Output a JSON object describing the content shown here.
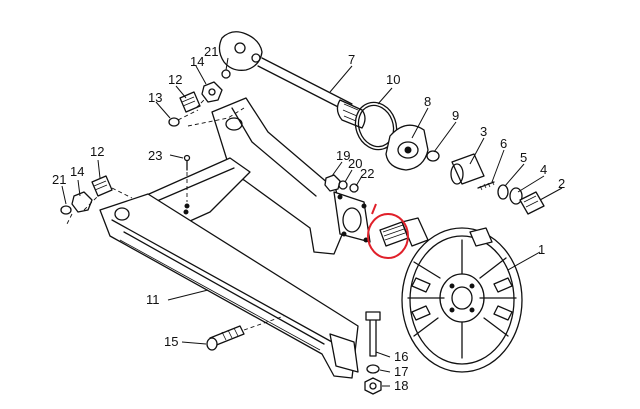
{
  "diagram": {
    "callouts": [
      {
        "id": "c1",
        "text": "1"
      },
      {
        "id": "c2",
        "text": "2"
      },
      {
        "id": "c3",
        "text": "3"
      },
      {
        "id": "c4",
        "text": "4"
      },
      {
        "id": "c5",
        "text": "5"
      },
      {
        "id": "c6",
        "text": "6"
      },
      {
        "id": "c7",
        "text": "7"
      },
      {
        "id": "c8",
        "text": "8"
      },
      {
        "id": "c9",
        "text": "9"
      },
      {
        "id": "c10",
        "text": "10"
      },
      {
        "id": "c11",
        "text": "11"
      },
      {
        "id": "c12a",
        "text": "12"
      },
      {
        "id": "c12b",
        "text": "12"
      },
      {
        "id": "c13",
        "text": "13"
      },
      {
        "id": "c14a",
        "text": "14"
      },
      {
        "id": "c14b",
        "text": "14"
      },
      {
        "id": "c15",
        "text": "15"
      },
      {
        "id": "c16",
        "text": "16"
      },
      {
        "id": "c17",
        "text": "17"
      },
      {
        "id": "c18",
        "text": "18"
      },
      {
        "id": "c19",
        "text": "19"
      },
      {
        "id": "c20",
        "text": "20"
      },
      {
        "id": "c21a",
        "text": "21"
      },
      {
        "id": "c21b",
        "text": "21"
      },
      {
        "id": "c22",
        "text": "22"
      },
      {
        "id": "c23",
        "text": "23"
      }
    ],
    "highlight_color": "#e0202a",
    "line_color": "#111111"
  }
}
